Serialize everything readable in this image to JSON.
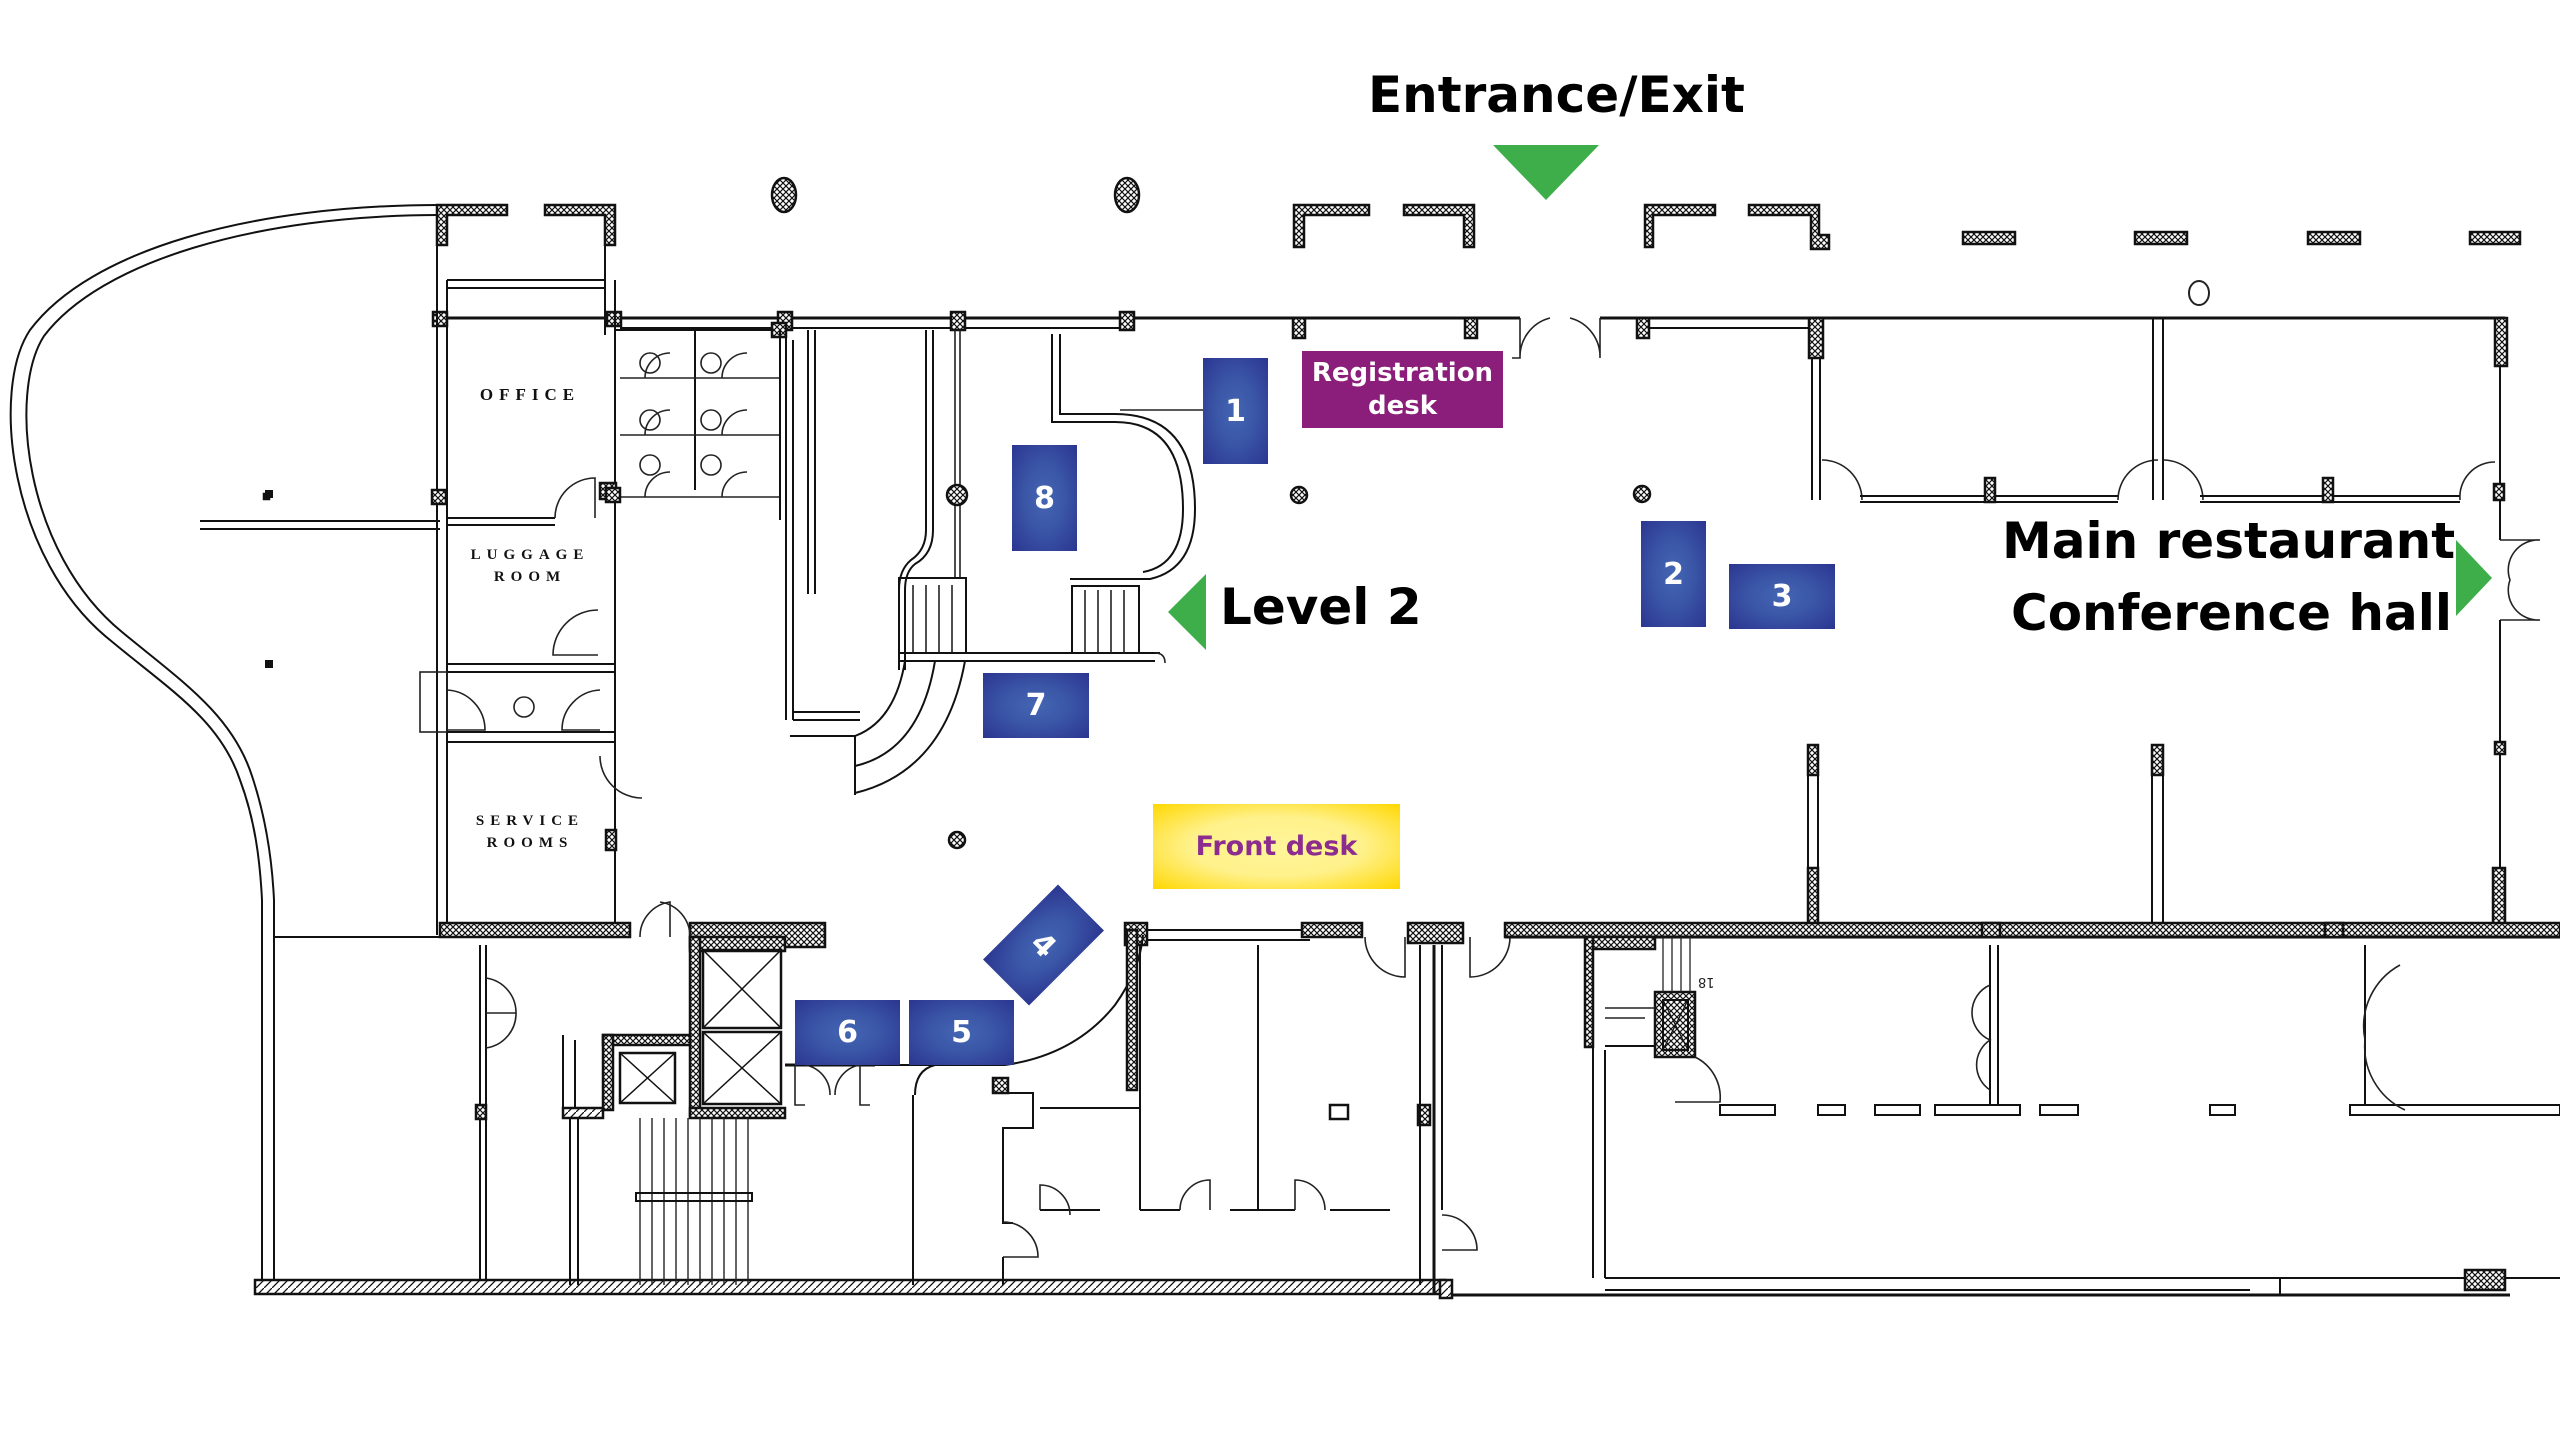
{
  "title": "Hotel lobby floor plan",
  "labels": {
    "entrance_exit": "Entrance/Exit",
    "level_2": "Level 2",
    "main_restaurant": "Main restaurant",
    "conference_hall": "Conference hall"
  },
  "desks": {
    "registration": {
      "line1": "Registration",
      "line2": "desk",
      "color": "#8b1e7a"
    },
    "front": {
      "label": "Front desk",
      "color": "#ffe44d",
      "text_color": "#8b2c8e"
    }
  },
  "rooms": {
    "office": "OFFICE",
    "luggage_line1": "LUGGAGE",
    "luggage_line2": "ROOM",
    "service_line1": "SERVICE",
    "service_line2": "ROOMS"
  },
  "stair_number": "18",
  "markers": [
    {
      "id": "1",
      "label": "1"
    },
    {
      "id": "2",
      "label": "2"
    },
    {
      "id": "3",
      "label": "3"
    },
    {
      "id": "4",
      "label": "4"
    },
    {
      "id": "5",
      "label": "5"
    },
    {
      "id": "6",
      "label": "6"
    },
    {
      "id": "7",
      "label": "7"
    },
    {
      "id": "8",
      "label": "8"
    }
  ],
  "colors": {
    "arrow_green": "#3dae49",
    "marker_blue": "#3a55a6",
    "wall": "#111111"
  },
  "icons": {
    "direction_arrow": "triangle-arrow-icon",
    "column": "column-icon",
    "elevator": "elevator-icon"
  }
}
